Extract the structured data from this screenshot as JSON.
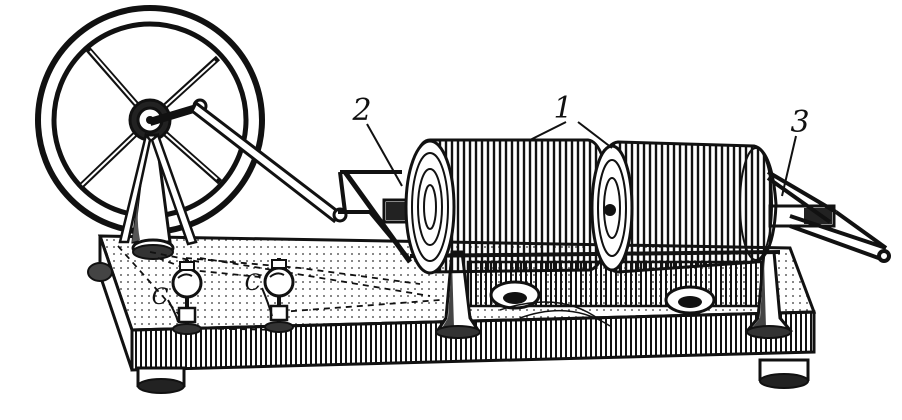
{
  "labels": {
    "coils": "1",
    "brushes": "2",
    "axle": "3",
    "terminal_left": "C",
    "terminal_right": "C"
  },
  "colors": {
    "ink": "#111111",
    "paper": "#ffffff"
  }
}
